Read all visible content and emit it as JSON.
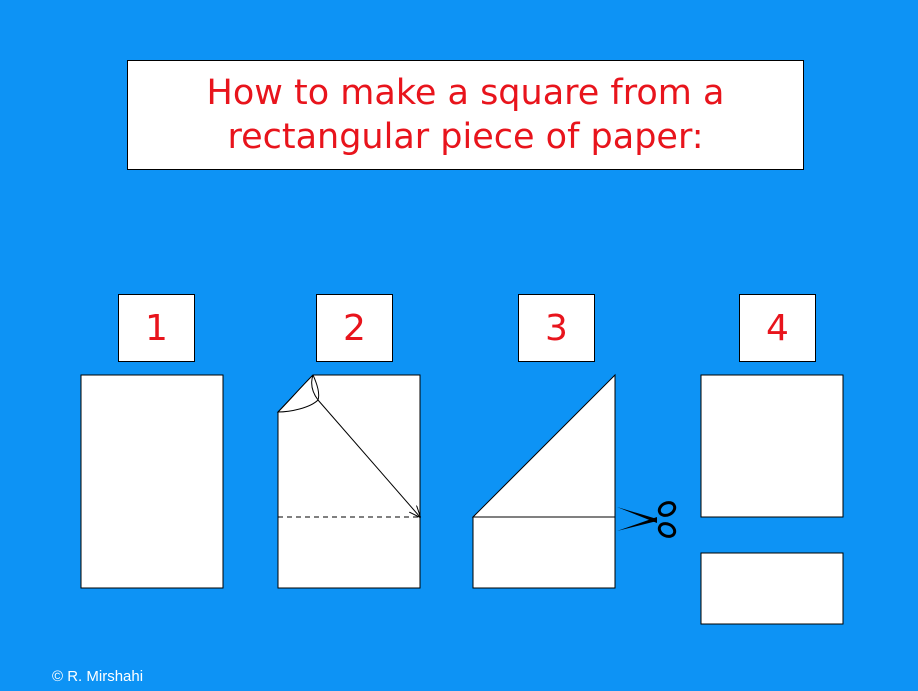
{
  "title": {
    "line1": "How to make a square from a",
    "line2": "rectangular piece of paper:"
  },
  "steps": [
    {
      "number": "1"
    },
    {
      "number": "2"
    },
    {
      "number": "3"
    },
    {
      "number": "4"
    }
  ],
  "credit": "© R. Mirshahi",
  "colors": {
    "background": "#0d93f5",
    "text": "#e8141c",
    "paper": "#ffffff"
  },
  "icons": [
    "scissors-icon",
    "fold-arrow-icon"
  ]
}
